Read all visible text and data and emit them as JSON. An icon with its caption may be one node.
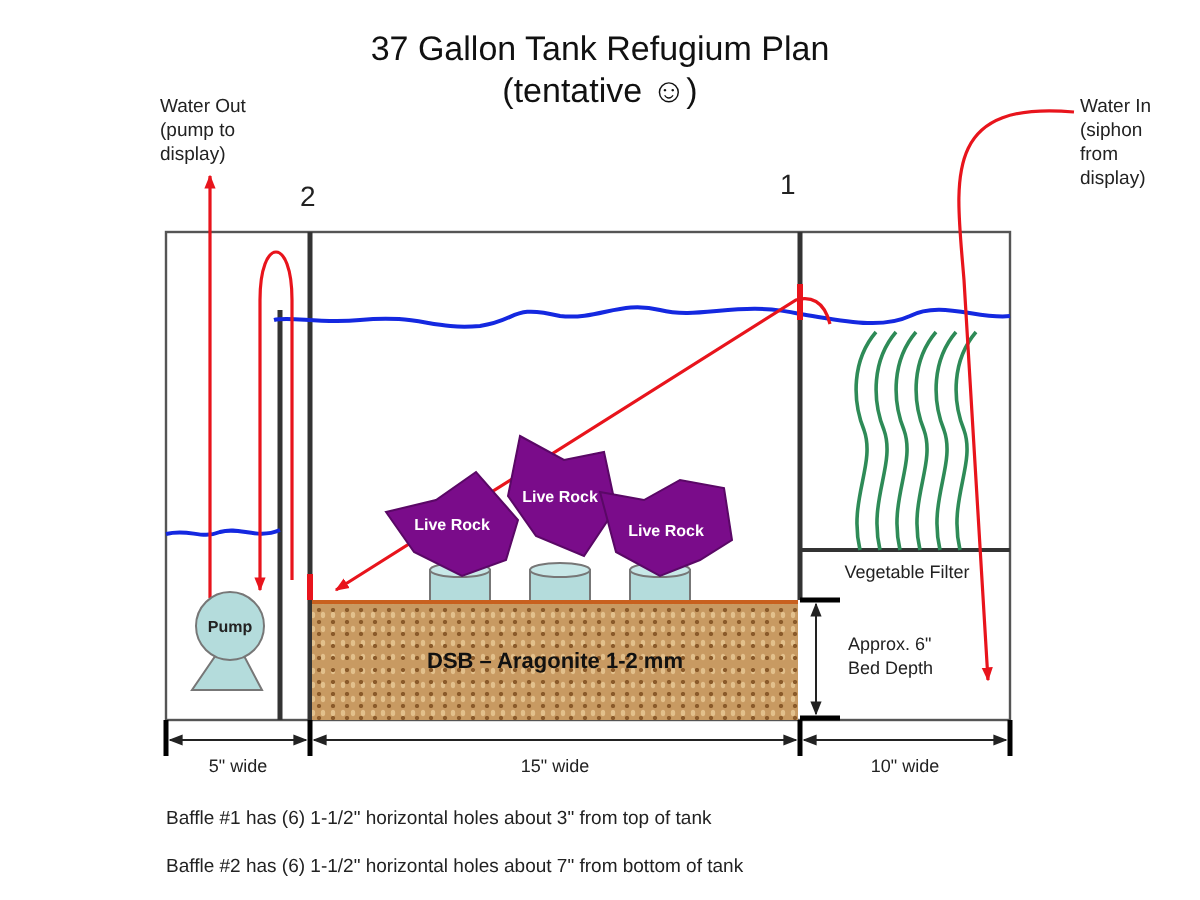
{
  "diagram": {
    "title": "37 Gallon Tank Refugium Plan (tentative ☺)",
    "nodes": [
      {
        "text": [
          "Water Out (pump to display)"
        ]
      },
      {
        "text": [
          "Water In (siphon from display)"
        ]
      },
      {
        "text": [
          "Pump"
        ]
      },
      {
        "text": [
          "Live Rock"
        ]
      },
      {
        "text": [
          "Live Rock"
        ]
      },
      {
        "text": [
          "Live Rock"
        ]
      },
      {
        "text": [
          "DSB – Aragonite 1-2 mm"
        ]
      }
    ],
    "edges": [
      {
        "from": 2,
        "to": 0,
        "arrow": "to",
        "color": "#e8141c"
      },
      {
        "from": 1,
        "to": null,
        "arrow": "to",
        "color": "#e8141c"
      }
    ],
    "labels": [
      "2",
      "1",
      "Vegetable Filter",
      "Approx. 6\" Bed Depth",
      "5\" wide",
      "15\" wide",
      "10\" wide",
      "Baffle #1 has (6) 1-1/2\" horizontal holes about 3\" from top of tank",
      "Baffle #2 has (6) 1-1/2\" horizontal holes about 7\" from bottom of tank"
    ]
  }
}
